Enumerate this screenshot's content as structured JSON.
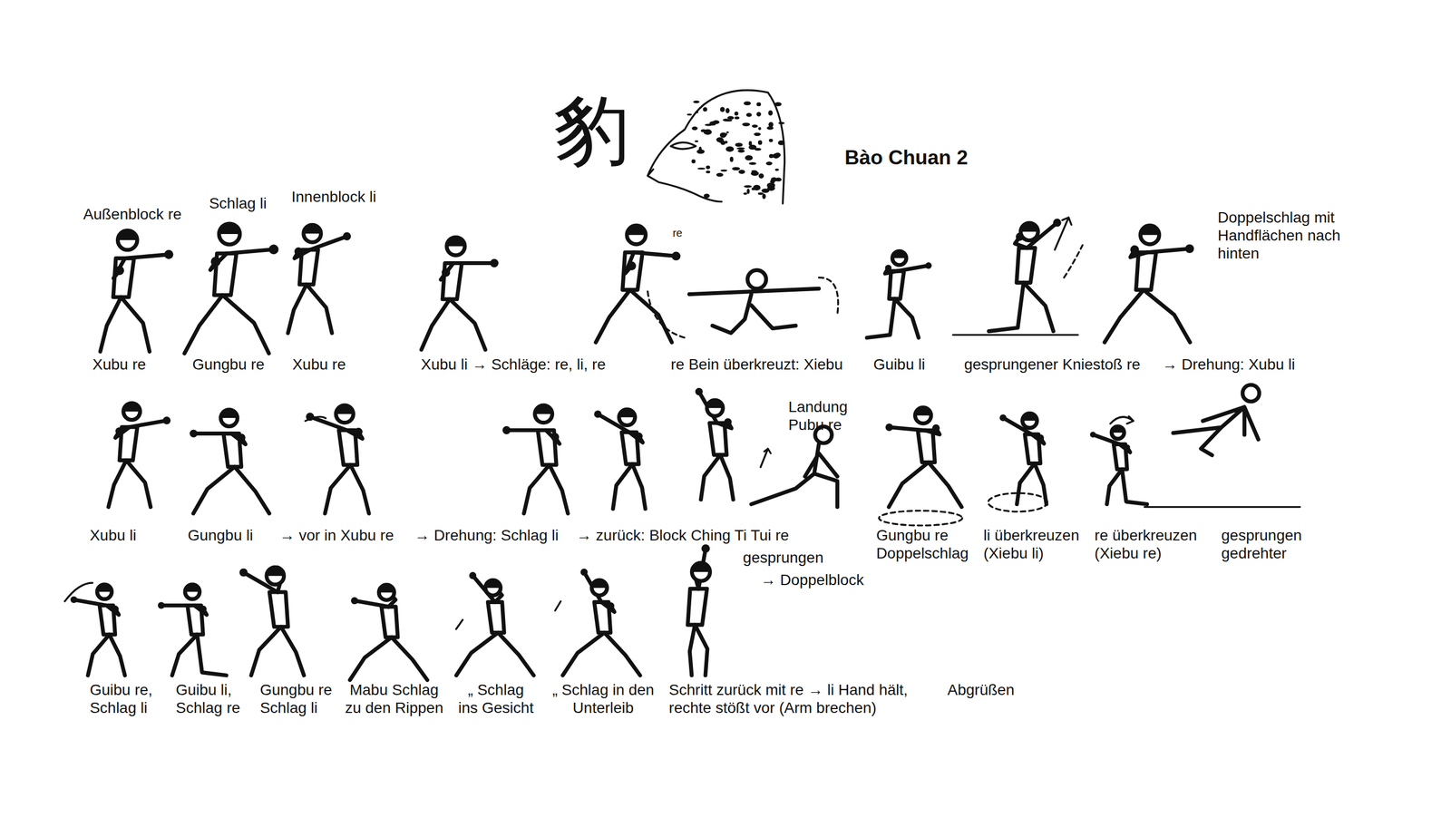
{
  "diagram": {
    "title": "Bào Chuan 2",
    "labels": [
      "豹",
      "Außenblock re",
      "Schlag li",
      "Innenblock li",
      "re",
      "Doppelschlag mit Handflächen nach hinten",
      "Xubu re",
      "Gungbu re",
      "Xubu re",
      "Xubu li → Schläge: re, li, re",
      "re Bein überkreuzt: Xiebu",
      "Guibu li",
      "gesprungener Kniestoß re",
      "→ Drehung: Xubu li",
      "Landung Pubu re",
      "Xubu li",
      "Gungbu li",
      "→ vor in Xubu re",
      "→ Drehung: Schlag li",
      "→ zurück: Block Ching Ti Tui re",
      "gesprungen",
      "→ Doppelblock",
      "Gungbu re Doppelschlag",
      "li überkreuzen (Xiebu li)",
      "re überkreuzen (Xiebu re)",
      "gesprungen gedrehter",
      "Guibu re, Schlag li",
      "Guibu li, Schlag re",
      "Gungbu re Schlag li",
      "Mabu Schlag zu den Rippen",
      "„ Schlag ins Gesicht",
      "„ Schlag in den Unterleib",
      "Schritt zurück mit re → li Hand hält, rechte stößt vor (Arm brechen)",
      "Abgrüßen"
    ]
  }
}
